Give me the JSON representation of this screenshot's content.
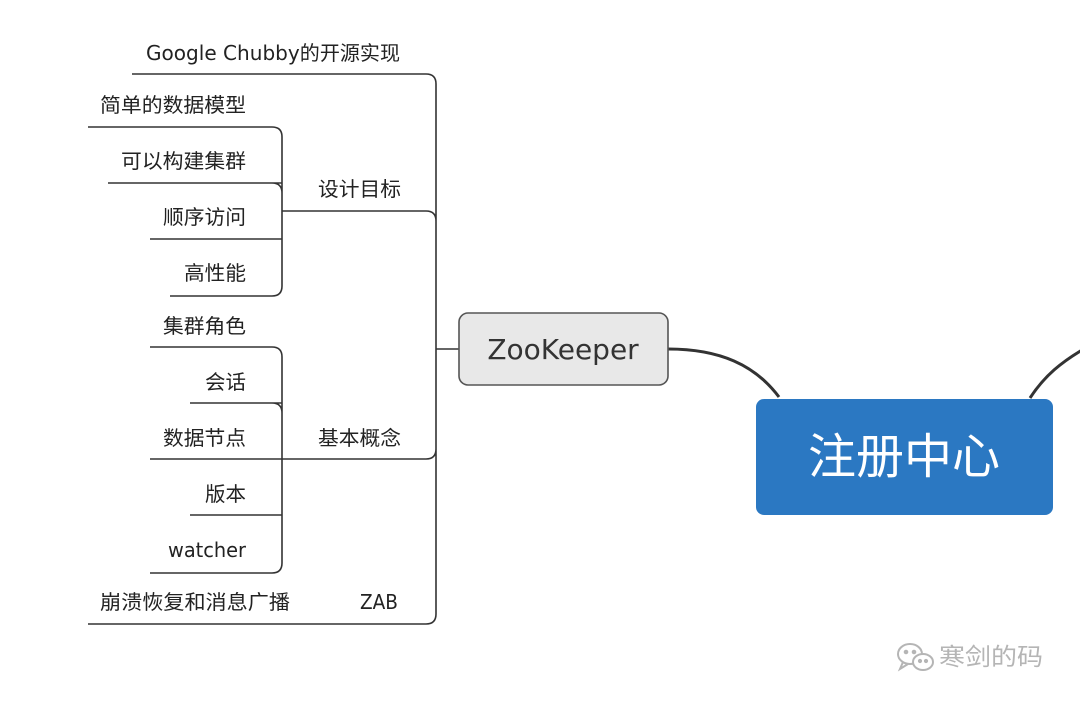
{
  "root": {
    "label": "注册中心",
    "fill": "#2b78c2",
    "text_color": "#ffffff"
  },
  "topic": {
    "label": "ZooKeeper",
    "fill": "#e8e8e8",
    "border": "#555555"
  },
  "branches": {
    "intro": "Google Chubby的开源实现",
    "design": {
      "label": "设计目标",
      "items": [
        "简单的数据模型",
        "可以构建集群",
        "顺序访问",
        "高性能"
      ]
    },
    "concepts": {
      "label": "基本概念",
      "items": [
        "集群角色",
        "会话",
        "数据节点",
        "版本",
        "watcher"
      ]
    },
    "zab": {
      "label": "ZAB",
      "item": "崩溃恢复和消息广播"
    }
  },
  "watermark": {
    "text": "寒剑的码",
    "icon": "wechat-icon"
  }
}
